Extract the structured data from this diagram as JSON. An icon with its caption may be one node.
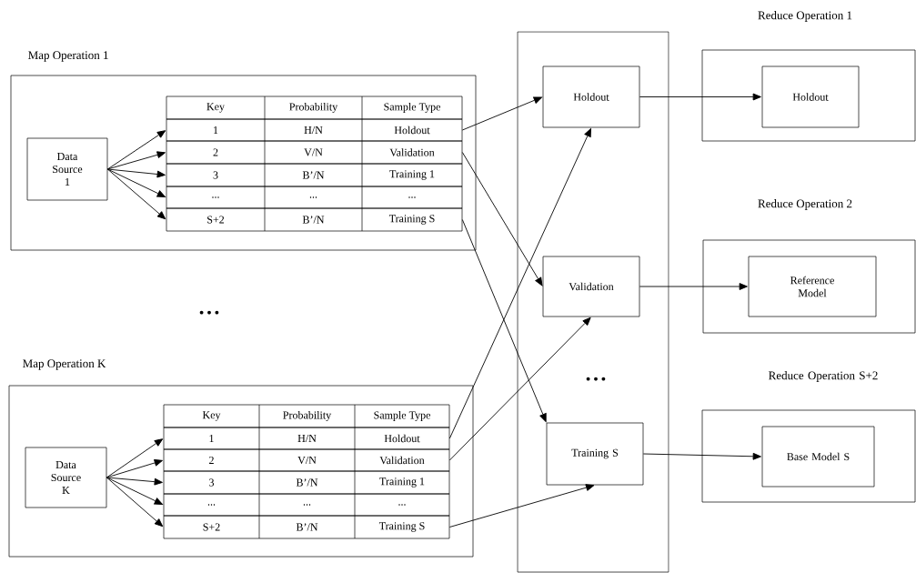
{
  "diagram": {
    "nodes": [
      {
        "text": [
          "Map Operation 1"
        ]
      },
      {
        "text": [
          "Data Source 1"
        ],
        "in": 0
      },
      {
        "text": [
          "Key",
          "Probability",
          "Sample Type"
        ],
        "in": 0
      },
      {
        "text": [
          "1",
          "H/N",
          "Holdout"
        ],
        "in": 0
      },
      {
        "text": [
          "2",
          "V/N",
          "Validation"
        ],
        "in": 0
      },
      {
        "text": [
          "3",
          "B’/N",
          "Training 1"
        ],
        "in": 0
      },
      {
        "text": [
          "...",
          "...",
          "..."
        ],
        "in": 0
      },
      {
        "text": [
          "S+2",
          "B’/N",
          "Training S"
        ],
        "in": 0
      },
      {
        "text": [
          "Map Operation K"
        ]
      },
      {
        "text": [
          "Data Source K"
        ],
        "in": 8
      },
      {
        "text": [
          "Key",
          "Probability",
          "Sample Type"
        ],
        "in": 8
      },
      {
        "text": [
          "1",
          "H/N",
          "Holdout"
        ],
        "in": 8
      },
      {
        "text": [
          "2",
          "V/N",
          "Validation"
        ],
        "in": 8
      },
      {
        "text": [
          "3",
          "B’/N",
          "Training 1"
        ],
        "in": 8
      },
      {
        "text": [
          "...",
          "...",
          "..."
        ],
        "in": 8
      },
      {
        "text": [
          "S+2",
          "B’/N",
          "Training S"
        ],
        "in": 8
      },
      {
        "text": [],
        "shape": "box"
      },
      {
        "text": [
          "Holdout"
        ],
        "in": 16
      },
      {
        "text": [
          "Validation"
        ],
        "in": 16
      },
      {
        "text": [
          "Training S"
        ],
        "in": 16
      },
      {
        "text": [
          "Reduce Operation 1"
        ]
      },
      {
        "text": [
          "Holdout"
        ],
        "in": 20
      },
      {
        "text": [
          "Reduce Operation 2"
        ]
      },
      {
        "text": [
          "Reference Model"
        ],
        "in": 22
      },
      {
        "text": [
          "Reduce Operation S+2"
        ]
      },
      {
        "text": [
          "Base Model S"
        ],
        "in": 24
      }
    ],
    "edges": [
      {
        "from": 1,
        "to": 3,
        "arrow": "to"
      },
      {
        "from": 1,
        "to": 4,
        "arrow": "to"
      },
      {
        "from": 1,
        "to": 5,
        "arrow": "to"
      },
      {
        "from": 1,
        "to": 6,
        "arrow": "to"
      },
      {
        "from": 1,
        "to": 7,
        "arrow": "to"
      },
      {
        "from": 9,
        "to": 11,
        "arrow": "to"
      },
      {
        "from": 9,
        "to": 12,
        "arrow": "to"
      },
      {
        "from": 9,
        "to": 13,
        "arrow": "to"
      },
      {
        "from": 9,
        "to": 14,
        "arrow": "to"
      },
      {
        "from": 9,
        "to": 15,
        "arrow": "to"
      },
      {
        "from": 3,
        "to": 17,
        "arrow": "to"
      },
      {
        "from": 4,
        "to": 18,
        "arrow": "to"
      },
      {
        "from": 7,
        "to": 19,
        "arrow": "to"
      },
      {
        "from": 11,
        "to": 17,
        "arrow": "to"
      },
      {
        "from": 12,
        "to": 18,
        "arrow": "to"
      },
      {
        "from": 15,
        "to": 19,
        "arrow": "to"
      },
      {
        "from": 17,
        "to": 21,
        "arrow": "to"
      },
      {
        "from": 18,
        "to": 23,
        "arrow": "to"
      },
      {
        "from": 19,
        "to": 25,
        "arrow": "to"
      }
    ],
    "labels": [
      "• • •",
      "• • •"
    ]
  }
}
